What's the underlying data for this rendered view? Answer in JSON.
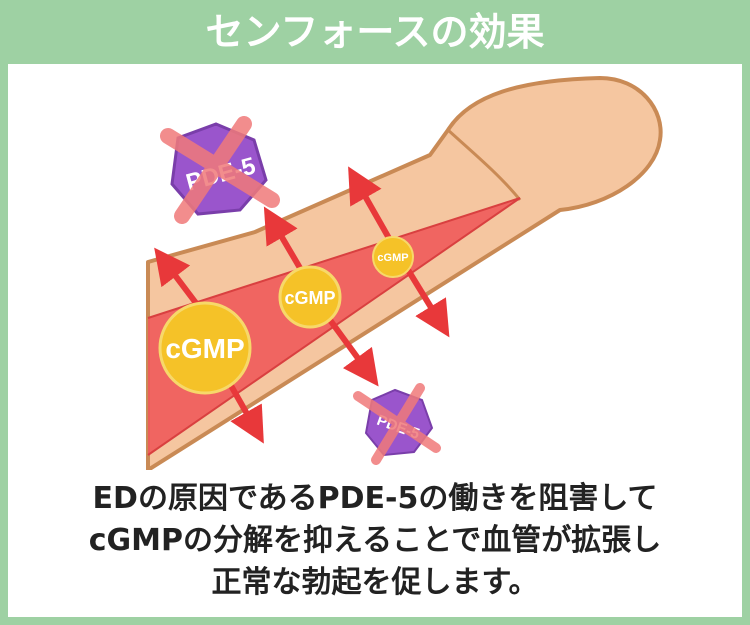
{
  "title": "センフォースの効果",
  "labels": {
    "cgmp": "cGMP",
    "pde5": "PDE-5"
  },
  "caption": {
    "line1": "EDの原因であるPDE-5の働きを阻害して",
    "line2": "cGMPの分解を抑えることで血管が拡張し",
    "line3": "正常な勃起を促します。"
  },
  "colors": {
    "background": "#9ed1a3",
    "skin": "#f5c6a0",
    "skin_outline": "#c98a55",
    "vessel": "#f05a5a",
    "cgmp": "#f5c228",
    "pde5": "#9a55cc",
    "cross": "#f07a7a",
    "arrow": "#e8383a"
  }
}
